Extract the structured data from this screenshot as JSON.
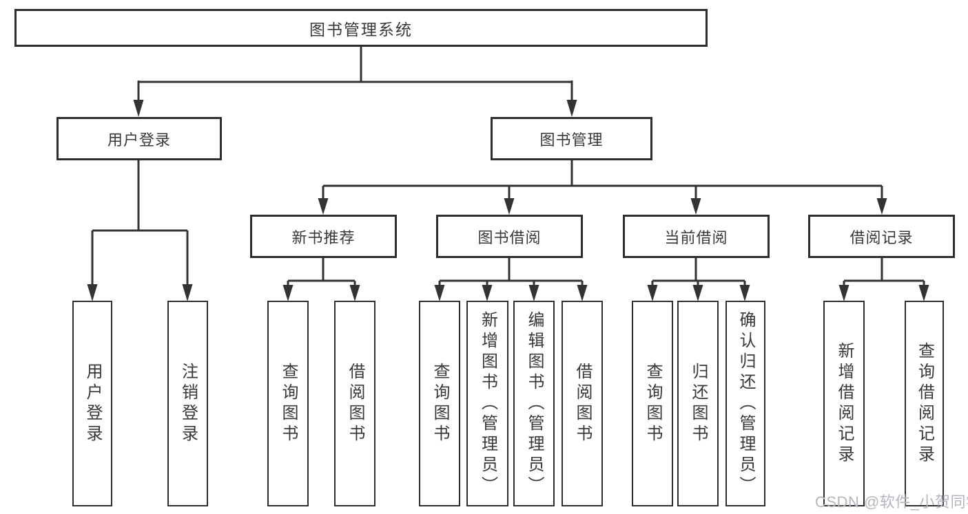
{
  "tree": {
    "label": "图书管理系统",
    "children": [
      {
        "label": "用户登录",
        "children": [
          {
            "label": "用户登录"
          },
          {
            "label": "注销登录"
          }
        ]
      },
      {
        "label": "图书管理",
        "children": [
          {
            "label": "新书推荐",
            "children": [
              {
                "label": "查询图书"
              },
              {
                "label": "借阅图书"
              }
            ]
          },
          {
            "label": "图书借阅",
            "children": [
              {
                "label": "查询图书"
              },
              {
                "label": "新增图书（管理员）"
              },
              {
                "label": "编辑图书（管理员）"
              },
              {
                "label": "借阅图书"
              }
            ]
          },
          {
            "label": "当前借阅",
            "children": [
              {
                "label": "查询图书"
              },
              {
                "label": "归还图书"
              },
              {
                "label": "确认归还（管理员）"
              }
            ]
          },
          {
            "label": "借阅记录",
            "children": [
              {
                "label": "新增借阅记录"
              },
              {
                "label": "查询借阅记录"
              }
            ]
          }
        ]
      }
    ]
  },
  "watermark": "CSDN @软件_小贺同学",
  "colors": {
    "line": "#333333",
    "border": "#2d2d2d",
    "text": "#38383c",
    "watermark": "#b3b7bd",
    "background": "#ffffff"
  }
}
